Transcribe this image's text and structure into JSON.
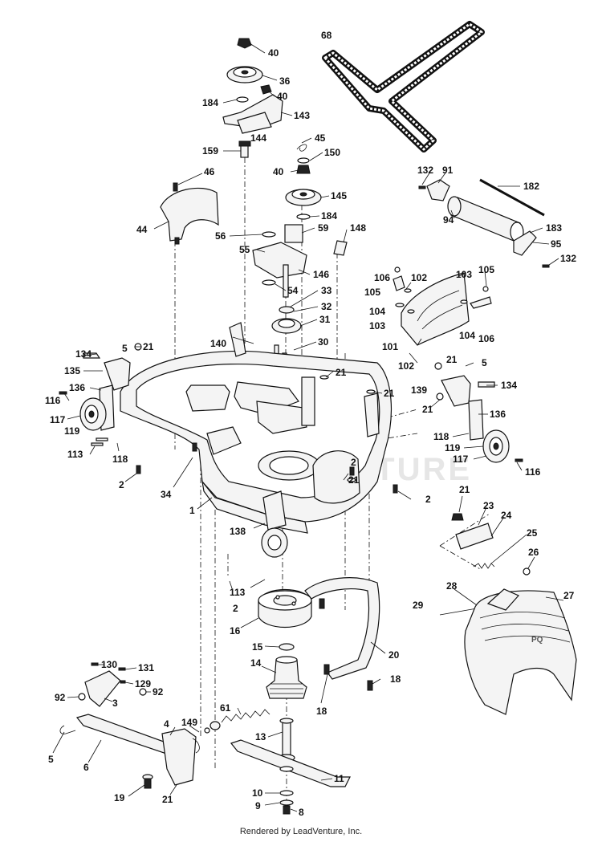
{
  "watermark": "LEADVENTURE",
  "footer": "Rendered by LeadVenture, Inc.",
  "labels": {
    "l68": "68",
    "l40a": "40",
    "l36": "36",
    "l40b": "40",
    "l184a": "184",
    "l143": "143",
    "l144": "144",
    "l159": "159",
    "l45": "45",
    "l150": "150",
    "l40c": "40",
    "l46": "46",
    "l145": "145",
    "l184b": "184",
    "l44": "44",
    "l56": "56",
    "l59": "59",
    "l148": "148",
    "l55": "55",
    "l146": "146",
    "l54": "54",
    "l33": "33",
    "l32": "32",
    "l31": "31",
    "l132a": "132",
    "l91": "91",
    "l182": "182",
    "l94": "94",
    "l183": "183",
    "l95": "95",
    "l132b": "132",
    "l106a": "106",
    "l105a": "105",
    "l102a": "102",
    "l103a": "103",
    "l105b": "105",
    "l104a": "104",
    "l103b": "103",
    "l104b": "104",
    "l106b": "106",
    "l101": "101",
    "l102b": "102",
    "l21a": "21",
    "l140": "140",
    "l30": "30",
    "l134a": "134",
    "l5a": "5",
    "l135": "135",
    "l21b": "21",
    "l21c": "21",
    "l116a": "116",
    "l136a": "136",
    "l117a": "117",
    "l119a": "119",
    "l113a": "113",
    "l118a": "118",
    "l2a": "2",
    "l34": "34",
    "l1": "1",
    "l21d": "21",
    "l5b": "5",
    "l134b": "134",
    "l139": "139",
    "l21e": "21",
    "l136b": "136",
    "l118b": "118",
    "l119b": "119",
    "l117b": "117",
    "l116b": "116",
    "l2b": "2",
    "l21f": "21",
    "l2c": "2",
    "l138": "138",
    "l21g": "21",
    "l23": "23",
    "l24": "24",
    "l25": "25",
    "l26": "26",
    "l27": "27",
    "l28": "28",
    "l29": "29",
    "l113b": "113",
    "l2d": "2",
    "l16": "16",
    "l15": "15",
    "l14": "14",
    "l20": "20",
    "l18a": "18",
    "l18b": "18",
    "l130": "130",
    "l131": "131",
    "l129": "129",
    "l92a": "92",
    "l92b": "92",
    "l3": "3",
    "l61": "61",
    "l4": "4",
    "l149": "149",
    "l5c": "5",
    "l6": "6",
    "l13": "13",
    "l11": "11",
    "l19": "19",
    "l21h": "21",
    "l10": "10",
    "l9": "9",
    "l8": "8"
  }
}
